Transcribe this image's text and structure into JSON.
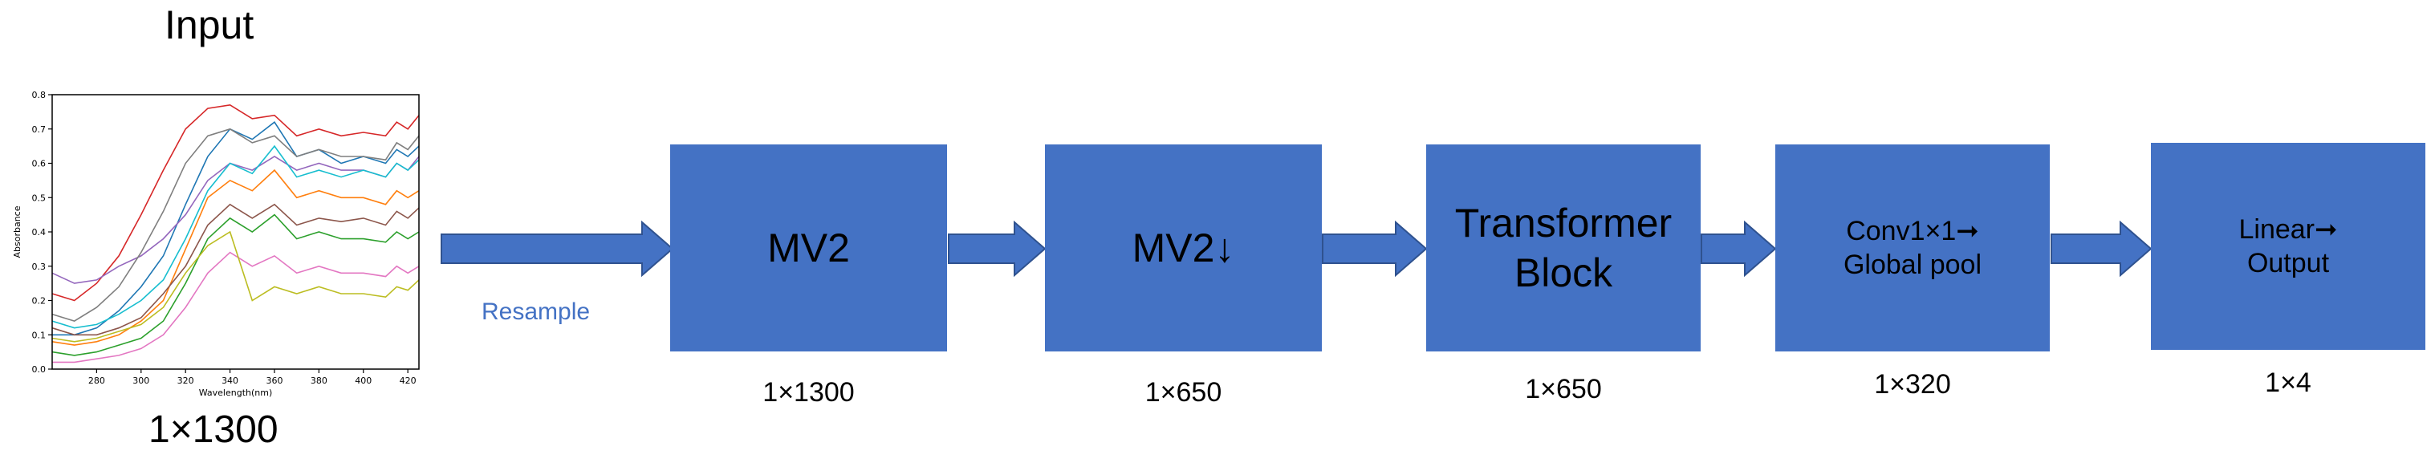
{
  "input": {
    "title": "Input",
    "dimension": "1×1300",
    "chart_data": {
      "type": "line",
      "xlabel": "Wavelength(nm)",
      "ylabel": "Absorbance",
      "xlim": [
        260,
        425
      ],
      "ylim": [
        0.0,
        0.8
      ],
      "xticks": [
        280,
        300,
        320,
        340,
        360,
        380,
        400,
        420
      ],
      "yticks": [
        0.0,
        0.1,
        0.2,
        0.3,
        0.4,
        0.5,
        0.6,
        0.7,
        0.8
      ],
      "x": [
        260,
        270,
        280,
        290,
        300,
        310,
        320,
        330,
        340,
        350,
        360,
        370,
        380,
        390,
        400,
        410,
        415,
        420,
        425
      ],
      "series": [
        {
          "values": [
            0.1,
            0.1,
            0.12,
            0.17,
            0.24,
            0.33,
            0.48,
            0.62,
            0.7,
            0.67,
            0.72,
            0.62,
            0.64,
            0.6,
            0.62,
            0.6,
            0.64,
            0.62,
            0.65
          ]
        },
        {
          "values": [
            0.08,
            0.07,
            0.08,
            0.1,
            0.14,
            0.2,
            0.35,
            0.5,
            0.55,
            0.52,
            0.58,
            0.5,
            0.52,
            0.5,
            0.5,
            0.48,
            0.52,
            0.5,
            0.52
          ]
        },
        {
          "values": [
            0.05,
            0.04,
            0.05,
            0.07,
            0.09,
            0.14,
            0.25,
            0.38,
            0.44,
            0.4,
            0.45,
            0.38,
            0.4,
            0.38,
            0.38,
            0.37,
            0.4,
            0.38,
            0.4
          ]
        },
        {
          "values": [
            0.22,
            0.2,
            0.25,
            0.33,
            0.45,
            0.58,
            0.7,
            0.76,
            0.77,
            0.73,
            0.74,
            0.68,
            0.7,
            0.68,
            0.69,
            0.68,
            0.72,
            0.7,
            0.74
          ]
        },
        {
          "values": [
            0.28,
            0.25,
            0.26,
            0.3,
            0.33,
            0.38,
            0.45,
            0.55,
            0.6,
            0.58,
            0.62,
            0.58,
            0.6,
            0.58,
            0.58,
            0.56,
            0.6,
            0.58,
            0.62
          ]
        },
        {
          "values": [
            0.12,
            0.1,
            0.1,
            0.12,
            0.15,
            0.22,
            0.3,
            0.42,
            0.48,
            0.44,
            0.48,
            0.42,
            0.44,
            0.43,
            0.44,
            0.42,
            0.46,
            0.44,
            0.47
          ]
        },
        {
          "values": [
            0.02,
            0.02,
            0.03,
            0.04,
            0.06,
            0.1,
            0.18,
            0.28,
            0.34,
            0.3,
            0.33,
            0.28,
            0.3,
            0.28,
            0.28,
            0.27,
            0.3,
            0.28,
            0.3
          ]
        },
        {
          "values": [
            0.16,
            0.14,
            0.18,
            0.24,
            0.34,
            0.46,
            0.6,
            0.68,
            0.7,
            0.66,
            0.68,
            0.62,
            0.64,
            0.62,
            0.62,
            0.61,
            0.66,
            0.64,
            0.68
          ]
        },
        {
          "values": [
            0.09,
            0.08,
            0.09,
            0.11,
            0.13,
            0.18,
            0.28,
            0.36,
            0.4,
            0.2,
            0.24,
            0.22,
            0.24,
            0.22,
            0.22,
            0.21,
            0.24,
            0.23,
            0.26
          ]
        },
        {
          "values": [
            0.14,
            0.12,
            0.13,
            0.16,
            0.2,
            0.26,
            0.38,
            0.52,
            0.6,
            0.57,
            0.65,
            0.56,
            0.58,
            0.56,
            0.58,
            0.56,
            0.6,
            0.58,
            0.61
          ]
        }
      ]
    }
  },
  "resample_label": "Resample",
  "blocks": [
    {
      "lines": [
        "MV2"
      ],
      "dimension": "1×1300"
    },
    {
      "lines": [
        "MV2↓"
      ],
      "dimension": "1×650"
    },
    {
      "lines": [
        "Transformer",
        "Block"
      ],
      "dimension": "1×650"
    },
    {
      "lines": [
        "Conv1×1➞",
        "Global pool"
      ],
      "dimension": "1×320"
    },
    {
      "lines": [
        "Linear➞",
        "Output"
      ],
      "dimension": "1×4"
    }
  ],
  "colors": {
    "block_fill": "#4472C4",
    "arrow_fill": "#4472C4",
    "arrow_stroke": "#2F528F",
    "resample_text": "#4472C4"
  }
}
